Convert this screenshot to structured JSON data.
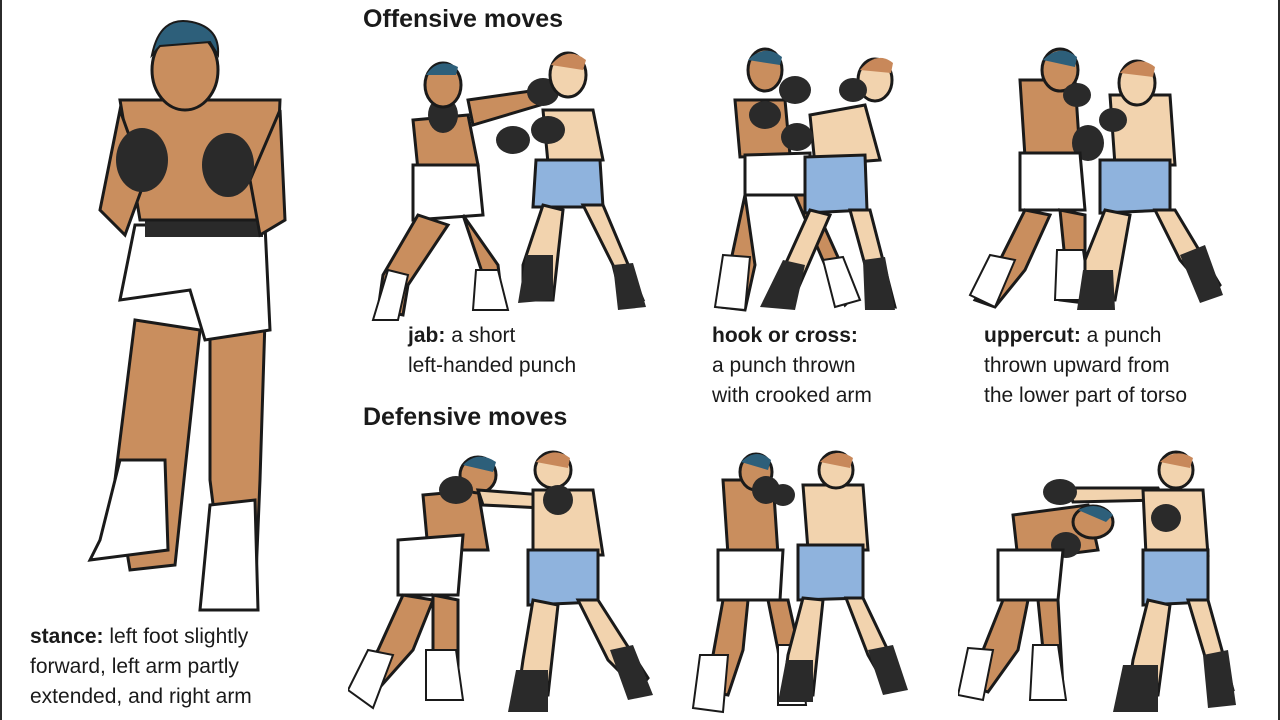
{
  "headings": {
    "offensive": "Offensive moves",
    "defensive": "Defensive moves"
  },
  "stance": {
    "term": "stance:",
    "line1": "left foot slightly",
    "line2": "forward, left arm partly",
    "line3": "extended, and right arm"
  },
  "jab": {
    "term": "jab:",
    "line1": "a short",
    "line2": "left-handed punch"
  },
  "hook": {
    "term": "hook or cross:",
    "line1": "a punch thrown",
    "line2": "with crooked arm"
  },
  "uppercut": {
    "term": "uppercut:",
    "line1": "a punch",
    "line2": "thrown upward from",
    "line3": "the lower part of torso"
  },
  "colors": {
    "skin_dark": "#c98e5e",
    "skin_light": "#f2d3ae",
    "hair_dark": "#2d5f7a",
    "hair_light": "#c8885a",
    "trunks_white": "#ffffff",
    "trunks_blue": "#8fb3dd",
    "gloves": "#2a2a2a",
    "outline": "#1a1a1a"
  }
}
